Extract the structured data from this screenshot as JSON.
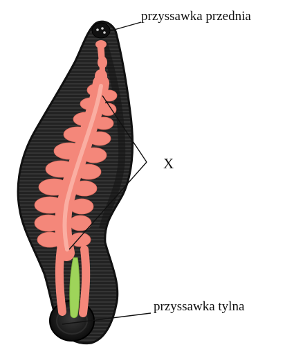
{
  "labels": {
    "anterior_sucker": "przyssawka przednia",
    "structure_x": "X",
    "posterior_sucker": "przyssawka tylna"
  },
  "colors": {
    "body": "#1f1f1f",
    "body_stripe": "#3a3a3a",
    "gut": "#f4877a",
    "gut_highlight": "#fbb3a6",
    "hindgut": "#9ed45a",
    "leader_line": "#111111"
  }
}
